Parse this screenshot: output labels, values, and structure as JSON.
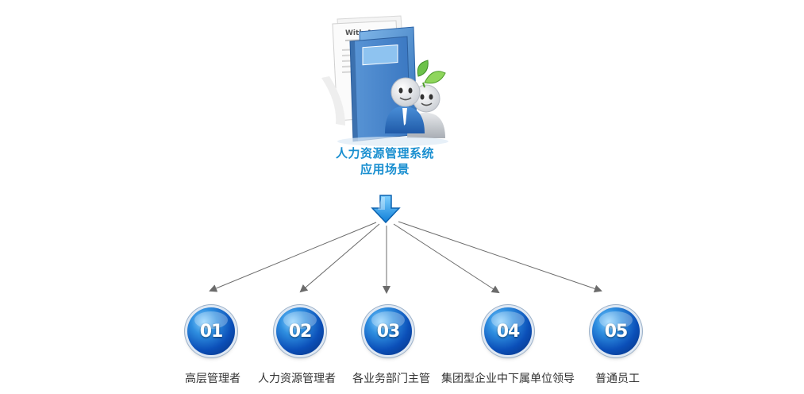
{
  "illustration": {
    "folder_text": "With Asadal"
  },
  "title": {
    "line1": "人力资源管理系统",
    "line2": "应用场景"
  },
  "nodes": [
    {
      "number": "01",
      "label": "高层管理者"
    },
    {
      "number": "02",
      "label": "人力资源管理者"
    },
    {
      "number": "03",
      "label": "各业务部门主管"
    },
    {
      "number": "04",
      "label": "集团型企业中下属单位领导"
    },
    {
      "number": "05",
      "label": "普通员工"
    }
  ],
  "colors": {
    "title": "#1a8fd0",
    "arrow_line": "#6b6b6b",
    "badge_blue": "#0b4fb8",
    "down_arrow": "#1f9be8"
  },
  "icons": [
    "folder-icon",
    "users-icon",
    "leaf-icon",
    "down-arrow-icon"
  ]
}
